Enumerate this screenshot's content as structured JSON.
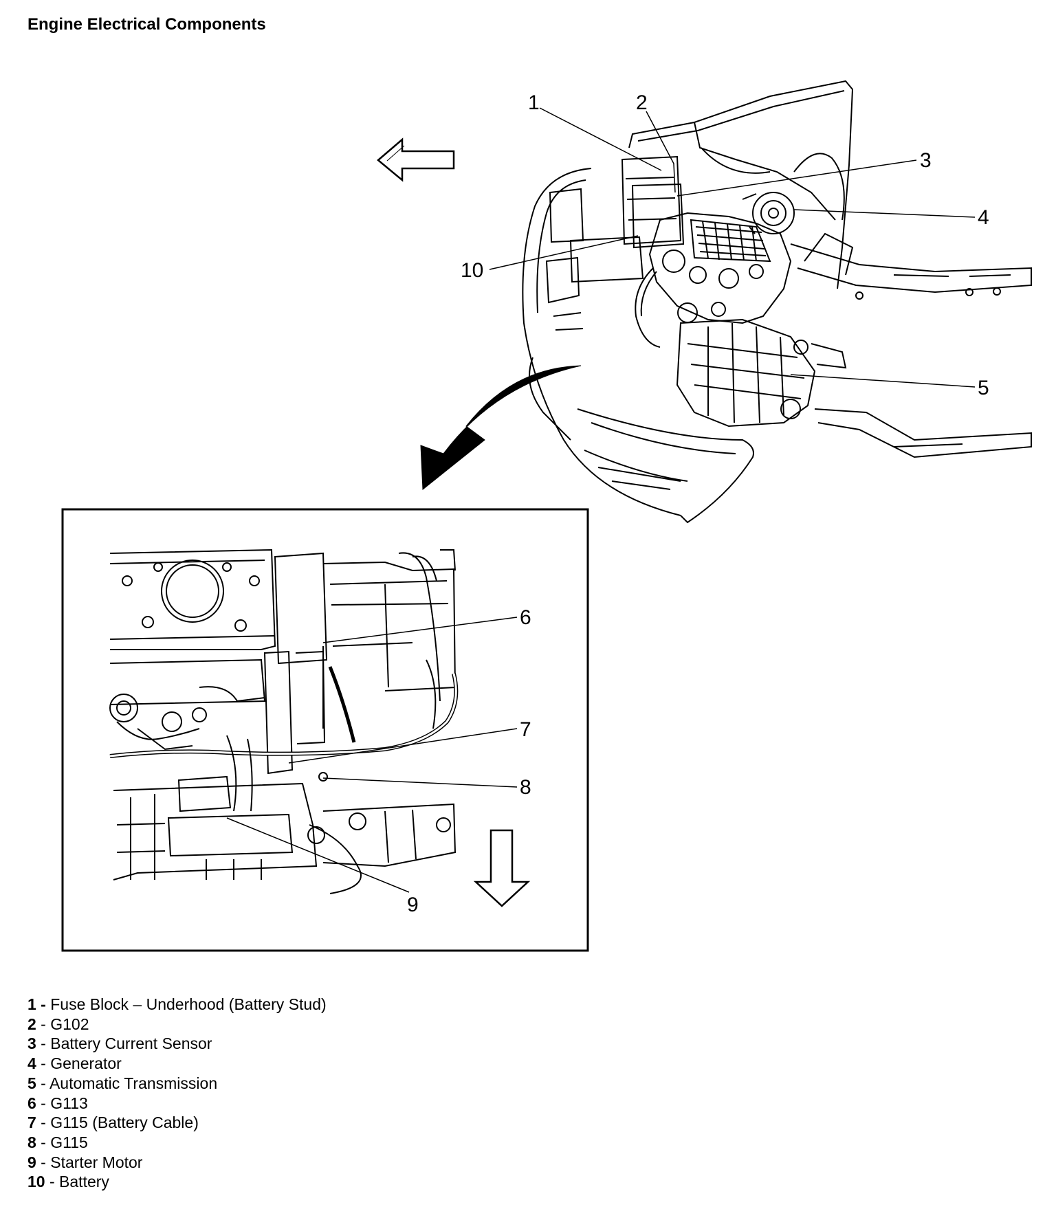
{
  "title": "Engine Electrical Components",
  "callouts": [
    "1",
    "2",
    "3",
    "4",
    "5",
    "6",
    "7",
    "8",
    "9",
    "10"
  ],
  "legend": [
    {
      "num": "1",
      "sep": " - ",
      "label": "Fuse Block – Underhood (Battery Stud)"
    },
    {
      "num": "2",
      "sep": " - ",
      "label": "G102"
    },
    {
      "num": "3",
      "sep": " - ",
      "label": "Battery Current Sensor"
    },
    {
      "num": "4",
      "sep": " - ",
      "label": "Generator"
    },
    {
      "num": "5",
      "sep": " - ",
      "label": "Automatic Transmission"
    },
    {
      "num": "6",
      "sep": " - ",
      "label": "G113"
    },
    {
      "num": "7",
      "sep": " - ",
      "label": "G115 (Battery Cable)"
    },
    {
      "num": "8",
      "sep": " - ",
      "label": "G115"
    },
    {
      "num": "9",
      "sep": " - ",
      "label": "Starter Motor"
    },
    {
      "num": "10",
      "sep": " - ",
      "label": "Battery"
    }
  ],
  "icons": {
    "forward_arrow": "arrow-left-outline-icon",
    "zoom_arrow": "curved-arrow-icon",
    "down_arrow": "arrow-down-outline-icon"
  }
}
